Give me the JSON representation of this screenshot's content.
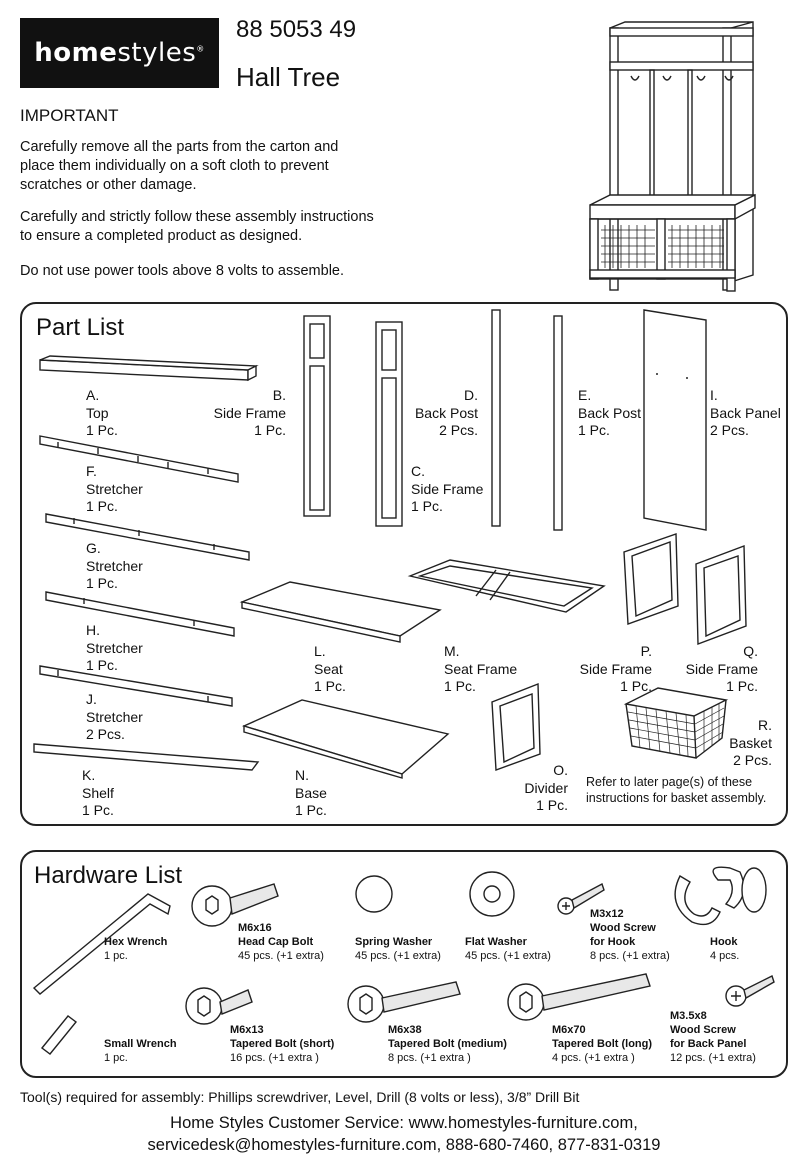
{
  "header": {
    "brand_bold": "home",
    "brand_light": "styles",
    "brand_mark": "®",
    "product_number": "88 5053 49",
    "product_name": "Hall Tree"
  },
  "intro": {
    "heading": "IMPORTANT",
    "p1_l1": "Carefully remove all the parts from the carton and",
    "p1_l2": "place them individually on a soft cloth to prevent",
    "p1_l3": "scratches or other damage.",
    "p2_l1": "Carefully and strictly follow these assembly instructions",
    "p2_l2": "to ensure a completed product as designed.",
    "p3": "Do not use power tools above 8 volts to assemble."
  },
  "parts": {
    "title": "Part List",
    "A": {
      "letter": "A.",
      "name": "Top",
      "qty": "1 Pc."
    },
    "B": {
      "letter": "B.",
      "name": "Side Frame",
      "qty": "1 Pc."
    },
    "C": {
      "letter": "C.",
      "name": "Side Frame",
      "qty": "1 Pc."
    },
    "D": {
      "letter": "D.",
      "name": "Back Post",
      "qty": "2 Pcs."
    },
    "E": {
      "letter": "E.",
      "name": "Back Post",
      "qty": "1 Pc."
    },
    "I": {
      "letter": "I.",
      "name": "Back Panel",
      "qty": "2 Pcs."
    },
    "F": {
      "letter": "F.",
      "name": "Stretcher",
      "qty": "1 Pc."
    },
    "G": {
      "letter": "G.",
      "name": "Stretcher",
      "qty": "1 Pc."
    },
    "H": {
      "letter": "H.",
      "name": "Stretcher",
      "qty": "1 Pc."
    },
    "J": {
      "letter": "J.",
      "name": "Stretcher",
      "qty": "2 Pcs."
    },
    "K": {
      "letter": "K.",
      "name": "Shelf",
      "qty": "1 Pc."
    },
    "L": {
      "letter": "L.",
      "name": "Seat",
      "qty": "1 Pc."
    },
    "M": {
      "letter": "M.",
      "name": "Seat Frame",
      "qty": "1 Pc."
    },
    "N": {
      "letter": "N.",
      "name": "Base",
      "qty": "1 Pc."
    },
    "O": {
      "letter": "O.",
      "name": "Divider",
      "qty": "1 Pc."
    },
    "P": {
      "letter": "P.",
      "name": "Side Frame",
      "qty": "1 Pc."
    },
    "Q": {
      "letter": "Q.",
      "name": "Side Frame",
      "qty": "1 Pc."
    },
    "R": {
      "letter": "R.",
      "name": "Basket",
      "qty": "2 Pcs."
    },
    "basket_note_l1": "Refer to later page(s) of these",
    "basket_note_l2": "instructions for basket assembly."
  },
  "hardware": {
    "title": "Hardware List",
    "hex_wrench": {
      "name": "Hex Wrench",
      "qty": "1 pc."
    },
    "small_wrench": {
      "name": "Small Wrench",
      "qty": "1 pc."
    },
    "head_cap_bolt": {
      "size": "M6x16",
      "name": "Head Cap Bolt",
      "qty": "45 pcs. (+1 extra)"
    },
    "spring_washer": {
      "name": "Spring Washer",
      "qty": "45 pcs. (+1 extra)"
    },
    "flat_washer": {
      "name": "Flat Washer",
      "qty": "45 pcs. (+1 extra)"
    },
    "hook_screw": {
      "size": "M3x12",
      "name_l1": "Wood Screw",
      "name_l2": "for Hook",
      "qty": "8 pcs. (+1 extra)"
    },
    "hook": {
      "name": "Hook",
      "qty": "4 pcs."
    },
    "bolt_short": {
      "size": "M6x13",
      "name": "Tapered Bolt (short)",
      "qty": "16 pcs. (+1 extra )"
    },
    "bolt_medium": {
      "size": "M6x38",
      "name": "Tapered Bolt (medium)",
      "qty": "8 pcs. (+1 extra )"
    },
    "bolt_long": {
      "size": "M6x70",
      "name": "Tapered Bolt (long)",
      "qty": "4 pcs. (+1 extra )"
    },
    "panel_screw": {
      "size": "M3.5x8",
      "name_l1": "Wood Screw",
      "name_l2": "for Back Panel",
      "qty": "12 pcs. (+1 extra)"
    }
  },
  "footer": {
    "tools": "Tool(s) required for assembly: Phillips screwdriver, Level, Drill (8 volts or less), 3/8” Drill Bit",
    "service_l1": "Home Styles Customer Service: www.homestyles-furniture.com,",
    "service_l2": "servicedesk@homestyles-furniture.com, 888-680-7460, 877-831-0319"
  }
}
